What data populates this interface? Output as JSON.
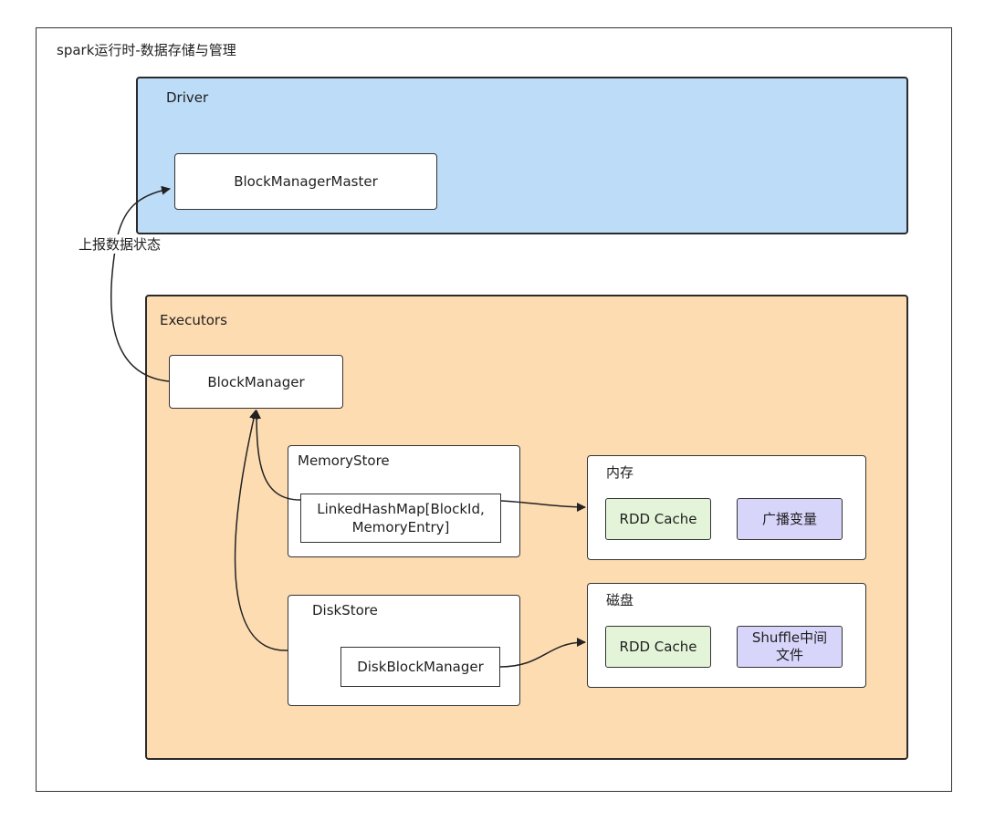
{
  "frame": {
    "title": "spark运行时-数据存储与管理"
  },
  "driver": {
    "title": "Driver",
    "block_manager_master": "BlockManagerMaster"
  },
  "edge_label": "上报数据状态",
  "executors": {
    "title": "Executors",
    "block_manager": "BlockManager",
    "memory_store": {
      "title": "MemoryStore",
      "inner_line1": "LinkedHashMap[BlockId,",
      "inner_line2": "MemoryEntry]"
    },
    "disk_store": {
      "title": "DiskStore",
      "inner": "DiskBlockManager"
    },
    "memory": {
      "title": "内存",
      "rdd_cache": "RDD Cache",
      "broadcast": "广播变量"
    },
    "disk": {
      "title": "磁盘",
      "rdd_cache": "RDD Cache",
      "shuffle_line1": "Shuffle中间",
      "shuffle_line2": "文件"
    }
  },
  "colors": {
    "driver_bg": "#bcdcf7",
    "executors_bg": "#fedcb2",
    "cache_bg": "#e3f4d9",
    "broadcast_bg": "#d8d5fb"
  }
}
